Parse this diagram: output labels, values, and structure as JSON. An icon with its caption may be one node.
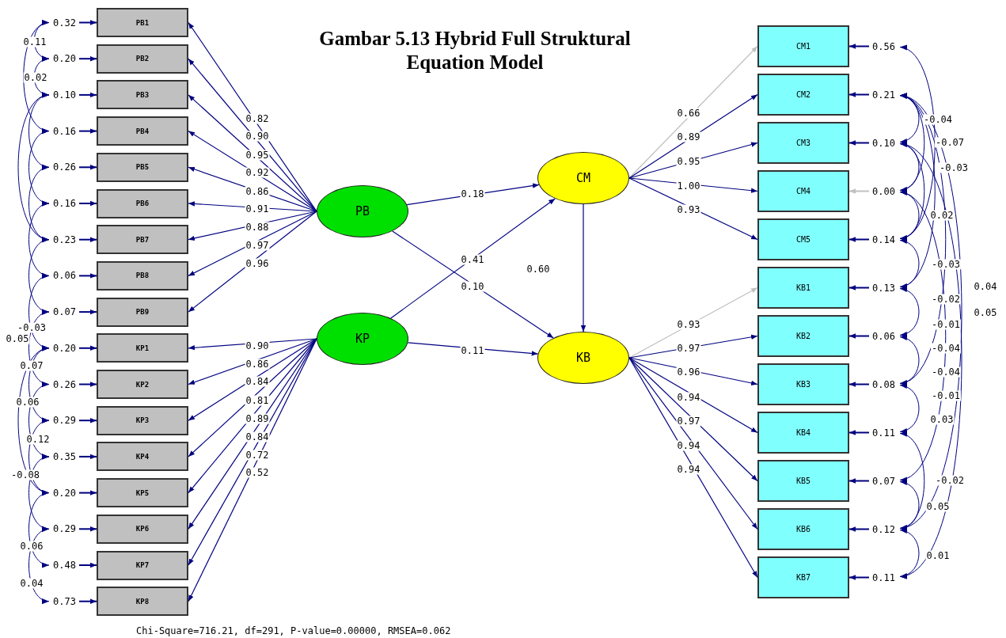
{
  "diagram": {
    "title": "Gambar 5.13 Hybrid Full Struktural Equation Model",
    "caption": "Chi-Square=716.21, df=291, P-value=0.00000, RMSEA=0.062",
    "nodes": [
      {
        "text": [
          "PB1"
        ]
      },
      {
        "text": [
          "PB2"
        ]
      },
      {
        "text": [
          "PB3"
        ]
      },
      {
        "text": [
          "PB4"
        ]
      },
      {
        "text": [
          "PB5"
        ]
      },
      {
        "text": [
          "PB6"
        ]
      },
      {
        "text": [
          "PB7"
        ]
      },
      {
        "text": [
          "PB8"
        ]
      },
      {
        "text": [
          "PB9"
        ]
      },
      {
        "text": [
          "KP1"
        ]
      },
      {
        "text": [
          "KP2"
        ]
      },
      {
        "text": [
          "KP3"
        ]
      },
      {
        "text": [
          "KP4"
        ]
      },
      {
        "text": [
          "KP5"
        ]
      },
      {
        "text": [
          "KP6"
        ]
      },
      {
        "text": [
          "KP7"
        ]
      },
      {
        "text": [
          "KP8"
        ]
      },
      {
        "text": [
          "PB"
        ]
      },
      {
        "text": [
          "KP"
        ]
      },
      {
        "text": [
          "CM"
        ]
      },
      {
        "text": [
          "KB"
        ]
      },
      {
        "text": [
          "CM1"
        ]
      },
      {
        "text": [
          "CM2"
        ]
      },
      {
        "text": [
          "CM3"
        ]
      },
      {
        "text": [
          "CM4"
        ]
      },
      {
        "text": [
          "CM5"
        ]
      },
      {
        "text": [
          "KB1"
        ]
      },
      {
        "text": [
          "KB2"
        ]
      },
      {
        "text": [
          "KB3"
        ]
      },
      {
        "text": [
          "KB4"
        ]
      },
      {
        "text": [
          "KB5"
        ]
      },
      {
        "text": [
          "KB6"
        ]
      },
      {
        "text": [
          "KB7"
        ]
      }
    ],
    "edges": [
      {
        "from": 17,
        "to": 0,
        "arrow": "to",
        "label": "0.82"
      },
      {
        "from": 17,
        "to": 1,
        "arrow": "to",
        "label": "0.90"
      },
      {
        "from": 17,
        "to": 2,
        "arrow": "to",
        "label": "0.95"
      },
      {
        "from": 17,
        "to": 3,
        "arrow": "to",
        "label": "0.92"
      },
      {
        "from": 17,
        "to": 4,
        "arrow": "to",
        "label": "0.86"
      },
      {
        "from": 17,
        "to": 5,
        "arrow": "to",
        "label": "0.91"
      },
      {
        "from": 17,
        "to": 6,
        "arrow": "to",
        "label": "0.88"
      },
      {
        "from": 17,
        "to": 7,
        "arrow": "to",
        "label": "0.97"
      },
      {
        "from": 17,
        "to": 8,
        "arrow": "to",
        "label": "0.96"
      },
      {
        "from": 18,
        "to": 9,
        "arrow": "to",
        "label": "0.90"
      },
      {
        "from": 18,
        "to": 10,
        "arrow": "to",
        "label": "0.86"
      },
      {
        "from": 18,
        "to": 11,
        "arrow": "to",
        "label": "0.84"
      },
      {
        "from": 18,
        "to": 12,
        "arrow": "to",
        "label": "0.81"
      },
      {
        "from": 18,
        "to": 13,
        "arrow": "to",
        "label": "0.89"
      },
      {
        "from": 18,
        "to": 14,
        "arrow": "to",
        "label": "0.84"
      },
      {
        "from": 18,
        "to": 15,
        "arrow": "to",
        "label": "0.72"
      },
      {
        "from": 18,
        "to": 16,
        "arrow": "to",
        "label": "0.52"
      },
      {
        "from": 19,
        "to": 21,
        "arrow": "to",
        "label": "0.66",
        "color": "#c0c0c0"
      },
      {
        "from": 19,
        "to": 22,
        "arrow": "to",
        "label": "0.89"
      },
      {
        "from": 19,
        "to": 23,
        "arrow": "to",
        "label": "0.95"
      },
      {
        "from": 19,
        "to": 24,
        "arrow": "to",
        "label": "1.00"
      },
      {
        "from": 19,
        "to": 25,
        "arrow": "to",
        "label": "0.93"
      },
      {
        "from": 20,
        "to": 26,
        "arrow": "to",
        "label": "0.93",
        "color": "#c0c0c0"
      },
      {
        "from": 20,
        "to": 27,
        "arrow": "to",
        "label": "0.97"
      },
      {
        "from": 20,
        "to": 28,
        "arrow": "to",
        "label": "0.96"
      },
      {
        "from": 20,
        "to": 29,
        "arrow": "to",
        "label": "0.94"
      },
      {
        "from": 20,
        "to": 30,
        "arrow": "to",
        "label": "0.97"
      },
      {
        "from": 20,
        "to": 31,
        "arrow": "to",
        "label": "0.94"
      },
      {
        "from": 20,
        "to": 32,
        "arrow": "to",
        "label": "0.94"
      },
      {
        "from": null,
        "to": 0,
        "arrow": "to",
        "label": "0.32"
      },
      {
        "from": null,
        "to": 1,
        "arrow": "to",
        "label": "0.20"
      },
      {
        "from": null,
        "to": 2,
        "arrow": "to",
        "label": "0.10"
      },
      {
        "from": null,
        "to": 3,
        "arrow": "to",
        "label": "0.16"
      },
      {
        "from": null,
        "to": 4,
        "arrow": "to",
        "label": "0.26"
      },
      {
        "from": null,
        "to": 5,
        "arrow": "to",
        "label": "0.16"
      },
      {
        "from": null,
        "to": 6,
        "arrow": "to",
        "label": "0.23"
      },
      {
        "from": null,
        "to": 7,
        "arrow": "to",
        "label": "0.06"
      },
      {
        "from": null,
        "to": 8,
        "arrow": "to",
        "label": "0.07"
      },
      {
        "from": null,
        "to": 9,
        "arrow": "to",
        "label": "0.20"
      },
      {
        "from": null,
        "to": 10,
        "arrow": "to",
        "label": "0.26"
      },
      {
        "from": null,
        "to": 11,
        "arrow": "to",
        "label": "0.29"
      },
      {
        "from": null,
        "to": 12,
        "arrow": "to",
        "label": "0.35"
      },
      {
        "from": null,
        "to": 13,
        "arrow": "to",
        "label": "0.20"
      },
      {
        "from": null,
        "to": 14,
        "arrow": "to",
        "label": "0.29"
      },
      {
        "from": null,
        "to": 15,
        "arrow": "to",
        "label": "0.48"
      },
      {
        "from": null,
        "to": 16,
        "arrow": "to",
        "label": "0.73"
      },
      {
        "from": null,
        "to": 21,
        "arrow": "to",
        "label": "0.56"
      },
      {
        "from": null,
        "to": 22,
        "arrow": "to",
        "label": "0.21"
      },
      {
        "from": null,
        "to": 23,
        "arrow": "to",
        "label": "0.10"
      },
      {
        "from": null,
        "to": 24,
        "arrow": "to",
        "label": "0.00",
        "color": "#c0c0c0"
      },
      {
        "from": null,
        "to": 25,
        "arrow": "to",
        "label": "0.14"
      },
      {
        "from": null,
        "to": 26,
        "arrow": "to",
        "label": "0.13"
      },
      {
        "from": null,
        "to": 27,
        "arrow": "to",
        "label": "0.06"
      },
      {
        "from": null,
        "to": 28,
        "arrow": "to",
        "label": "0.08"
      },
      {
        "from": null,
        "to": 29,
        "arrow": "to",
        "label": "0.11"
      },
      {
        "from": null,
        "to": 30,
        "arrow": "to",
        "label": "0.07"
      },
      {
        "from": null,
        "to": 31,
        "arrow": "to",
        "label": "0.12"
      },
      {
        "from": null,
        "to": 32,
        "arrow": "to",
        "label": "0.11"
      },
      {
        "from": 17,
        "to": 19,
        "arrow": "to",
        "label": "0.18"
      },
      {
        "from": 18,
        "to": 19,
        "arrow": "to",
        "label": "0.41"
      },
      {
        "from": 17,
        "to": 20,
        "arrow": "to",
        "label": "0.10"
      },
      {
        "from": 18,
        "to": 20,
        "arrow": "to",
        "label": "0.11"
      },
      {
        "from": 19,
        "to": 20,
        "arrow": "to",
        "label": "0.60"
      }
    ],
    "labels": [
      "0.11",
      "0.02",
      "-0.03",
      "0.05",
      "0.07",
      "0.06",
      "0.12",
      "-0.08",
      "0.06",
      "0.04",
      "-0.04",
      "-0.07",
      "-0.03",
      "0.02",
      "-0.03",
      "-0.02",
      "0.04",
      "-0.01",
      "0.05",
      "-0.04",
      "-0.04",
      "-0.01",
      "0.03",
      "-0.02",
      "0.05",
      "0.01"
    ]
  }
}
